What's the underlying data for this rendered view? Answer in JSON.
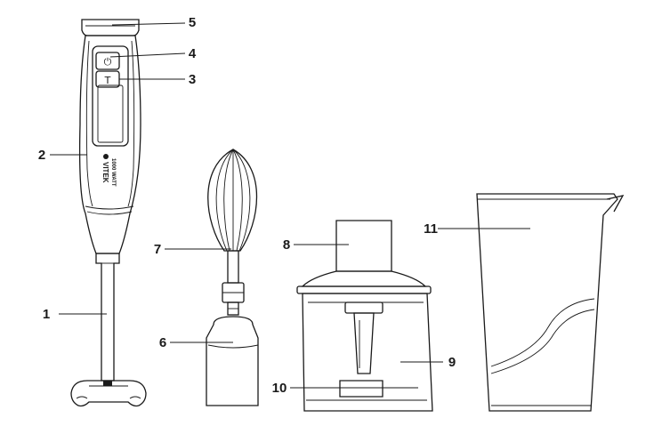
{
  "callouts": {
    "c1": "1",
    "c2": "2",
    "c3": "3",
    "c4": "4",
    "c5": "5",
    "c6": "6",
    "c7": "7",
    "c8": "8",
    "c9": "9",
    "c10": "10",
    "c11": "11"
  },
  "branding": {
    "brand": "VITEK",
    "power": "1000 WATT"
  },
  "buttons": {
    "power_glyph": "⏻",
    "turbo_glyph": "T"
  }
}
